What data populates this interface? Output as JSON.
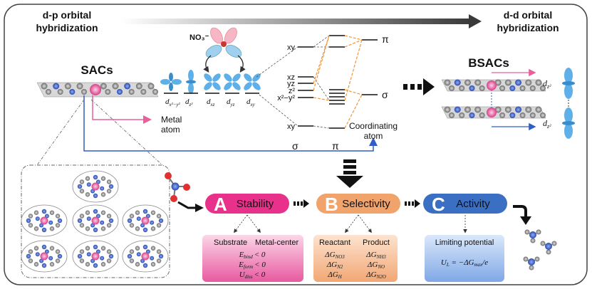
{
  "header": {
    "left": [
      "d-p orbital",
      "hybridization"
    ],
    "right": [
      "d-d orbital",
      "hybridization"
    ]
  },
  "sacs": {
    "title": "SACs",
    "metal_label": [
      "Metal",
      "atom"
    ],
    "coord_label": [
      "Coordinating",
      "atom"
    ]
  },
  "bsacs": {
    "title": "BSACs",
    "orbital_labels": [
      "d",
      "d"
    ],
    "orbital_sub": "z²"
  },
  "orbitals": {
    "ligand": "NO₃⁻",
    "d_labels": [
      "d",
      "d",
      "d",
      "d",
      "d"
    ],
    "d_subs": [
      "x²−y²",
      "z²",
      "xz",
      "yz",
      "xy"
    ],
    "levels_left": [
      "xy",
      "xz",
      "yz",
      "z²",
      "x²−y²",
      "xy"
    ],
    "levels_right": [
      "π",
      "σ"
    ],
    "bottom": [
      "σ",
      "π"
    ]
  },
  "steps": [
    {
      "letter": "A",
      "label": "Stability",
      "color": "#e8318a"
    },
    {
      "letter": "B",
      "label": "Selectivity",
      "color": "#f0a36b"
    },
    {
      "letter": "C",
      "label": "Activity",
      "color": "#3b6fc4"
    }
  ],
  "boxes": {
    "stability": {
      "headers": [
        "Substrate",
        "Metal-center"
      ],
      "rows": [
        "E",
        "E",
        "U"
      ],
      "subs": [
        "bind",
        "form",
        "diss"
      ],
      "tail": "< 0"
    },
    "selectivity": {
      "headers": [
        "Reactant",
        "Product"
      ],
      "reactants": [
        "ΔG",
        "ΔG",
        "ΔG"
      ],
      "reactant_subs": [
        "NO3",
        "N2",
        "H"
      ],
      "products": [
        "ΔG",
        "ΔG",
        "ΔG"
      ],
      "product_subs": [
        "NH3",
        "NO",
        "N2O"
      ]
    },
    "activity": {
      "header": "Limiting potential",
      "equation": "U",
      "eq_sub": "L",
      "eq_rest": " = −ΔG",
      "eq_sub2": "max",
      "eq_tail": "/e"
    }
  }
}
